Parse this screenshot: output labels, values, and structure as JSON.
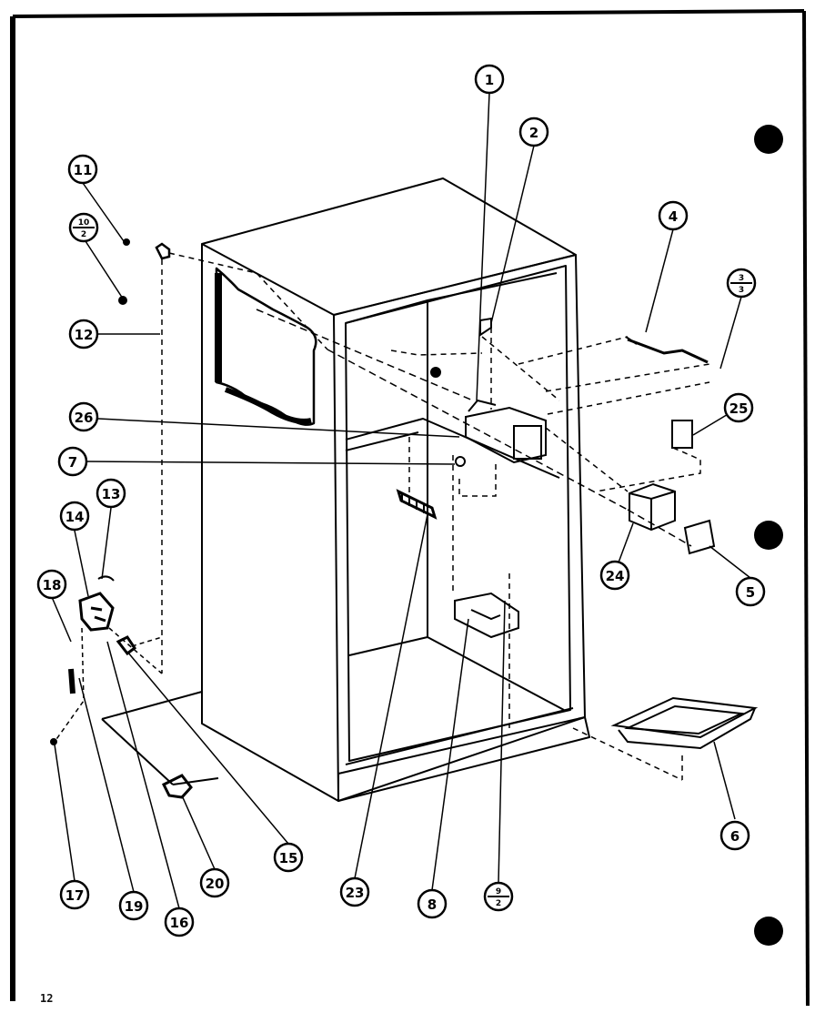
{
  "page_number": "12",
  "callouts": {
    "c1": "1",
    "c2": "2",
    "c4": "4",
    "c5": "5",
    "c6": "6",
    "c7": "7",
    "c8": "8",
    "c11": "11",
    "c12": "12",
    "c13": "13",
    "c14": "14",
    "c15": "15",
    "c16": "16",
    "c17": "17",
    "c18": "18",
    "c19": "19",
    "c20": "20",
    "c23": "23",
    "c24": "24",
    "c25": "25",
    "c26": "26",
    "f3_top": "3",
    "f3_bot": "3",
    "f10_top": "10",
    "f10_bot": "2",
    "f9_top": "9",
    "f9_bot": "2"
  },
  "colors": {
    "ink": "#000000",
    "paper": "#ffffff"
  }
}
